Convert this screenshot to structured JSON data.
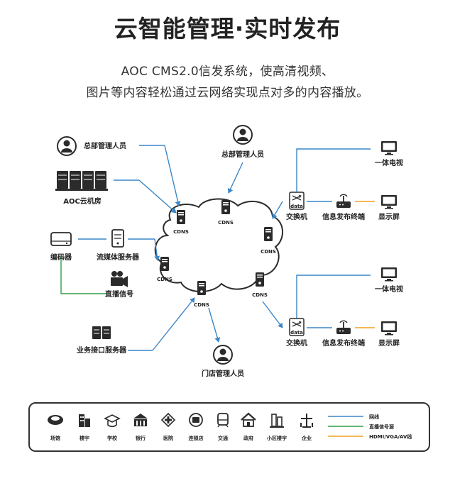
{
  "title": "云智能管理·实时发布",
  "subtitle_line1": "AOC CMS2.0信发系统，使高清视频、",
  "subtitle_line2": "图片等内容轻松通过云网络实现点对多的内容播放。",
  "nodes": {
    "hq_admin_left": "总部管理人员",
    "hq_admin_top": "总部管理人员",
    "aoc_datacenter": "AOC云机房",
    "encoder": "编码器",
    "stream_server": "流媒体服务器",
    "live_signal": "直播信号",
    "business_server": "业务接口服务器",
    "store_admin": "门店管理人员",
    "switch_top": "交换机",
    "switch_bottom": "交换机",
    "terminal_top": "信息发布终端",
    "terminal_bottom": "信息发布终端",
    "display_top": "显示屏",
    "display_bottom": "显示屏",
    "tv_top": "一体电视",
    "tv_bottom": "一体电视",
    "cdns": "CDNS",
    "data_tag": "data"
  },
  "legend": {
    "venues": [
      "场馆",
      "楼宇",
      "学校",
      "银行",
      "医院",
      "连锁店",
      "交通",
      "政府",
      "小区楼宇",
      "企业"
    ],
    "lines": [
      {
        "label": "网线",
        "color": "#3a86c8"
      },
      {
        "label": "直播信号源",
        "color": "#2e9e44"
      },
      {
        "label": "HDMI/VGA/AV线",
        "color": "#f0a020"
      }
    ]
  },
  "colors": {
    "network_line": "#3a86c8",
    "live_line": "#2e9e44",
    "hdmi_line": "#f0a020",
    "icon_dark": "#2b2b2b"
  }
}
